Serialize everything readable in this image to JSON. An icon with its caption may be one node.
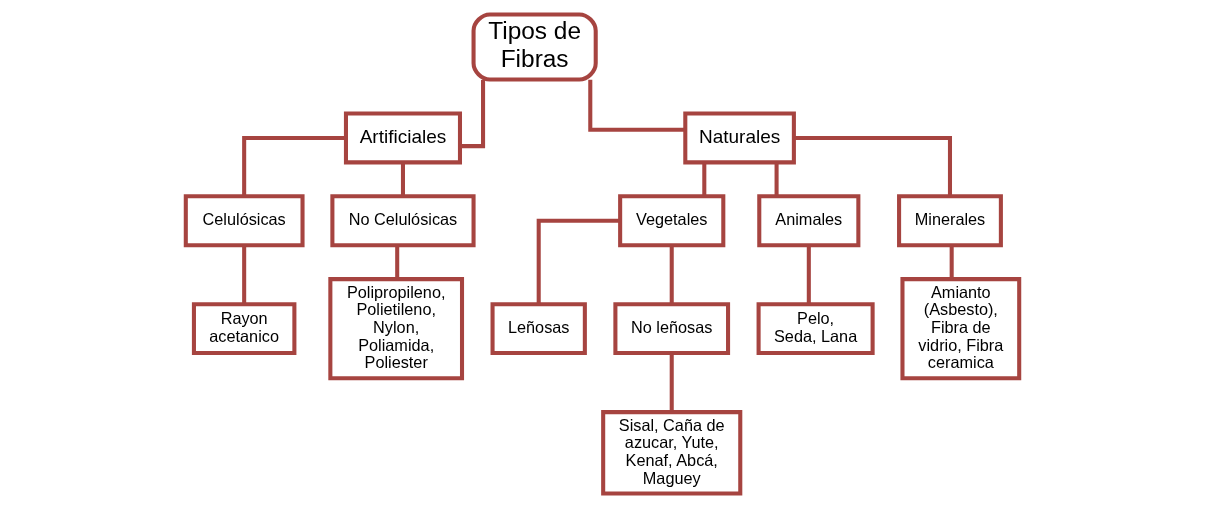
{
  "diagram": {
    "nodes": [
      {
        "text": [
          "Tipos de Fibras"
        ]
      },
      {
        "text": [
          "Artificiales"
        ]
      },
      {
        "text": [
          "Naturales"
        ]
      },
      {
        "text": [
          "Celulósicas"
        ]
      },
      {
        "text": [
          "No Celulósicas"
        ]
      },
      {
        "text": [
          "Rayon acetanico"
        ]
      },
      {
        "text": [
          "Polipropileno, Polietileno, Nylon, Poliamida, Poliester"
        ]
      },
      {
        "text": [
          "Vegetales"
        ]
      },
      {
        "text": [
          "Animales"
        ]
      },
      {
        "text": [
          "Minerales"
        ]
      },
      {
        "text": [
          "Leñosas"
        ]
      },
      {
        "text": [
          "No leñosas"
        ]
      },
      {
        "text": [
          "Sisal, Caña de azucar, Yute, Kenaf, Abcá, Maguey"
        ]
      },
      {
        "text": [
          "Pelo, Seda, Lana"
        ]
      },
      {
        "text": [
          "Amianto (Asbesto), Fibra de vidrio, Fibra ceramica"
        ]
      }
    ],
    "edges": [
      {
        "from": 0,
        "to": 1,
        "arrow": "none"
      },
      {
        "from": 0,
        "to": 2,
        "arrow": "none"
      },
      {
        "from": 1,
        "to": 3,
        "arrow": "none"
      },
      {
        "from": 1,
        "to": 4,
        "arrow": "none"
      },
      {
        "from": 3,
        "to": 5,
        "arrow": "none"
      },
      {
        "from": 4,
        "to": 6,
        "arrow": "none"
      },
      {
        "from": 2,
        "to": 7,
        "arrow": "none"
      },
      {
        "from": 2,
        "to": 8,
        "arrow": "none"
      },
      {
        "from": 2,
        "to": 9,
        "arrow": "none"
      },
      {
        "from": 7,
        "to": 10,
        "arrow": "none"
      },
      {
        "from": 7,
        "to": 11,
        "arrow": "none"
      },
      {
        "from": 11,
        "to": 12,
        "arrow": "none"
      },
      {
        "from": 8,
        "to": 13,
        "arrow": "none"
      },
      {
        "from": 9,
        "to": 14,
        "arrow": "none"
      }
    ]
  }
}
